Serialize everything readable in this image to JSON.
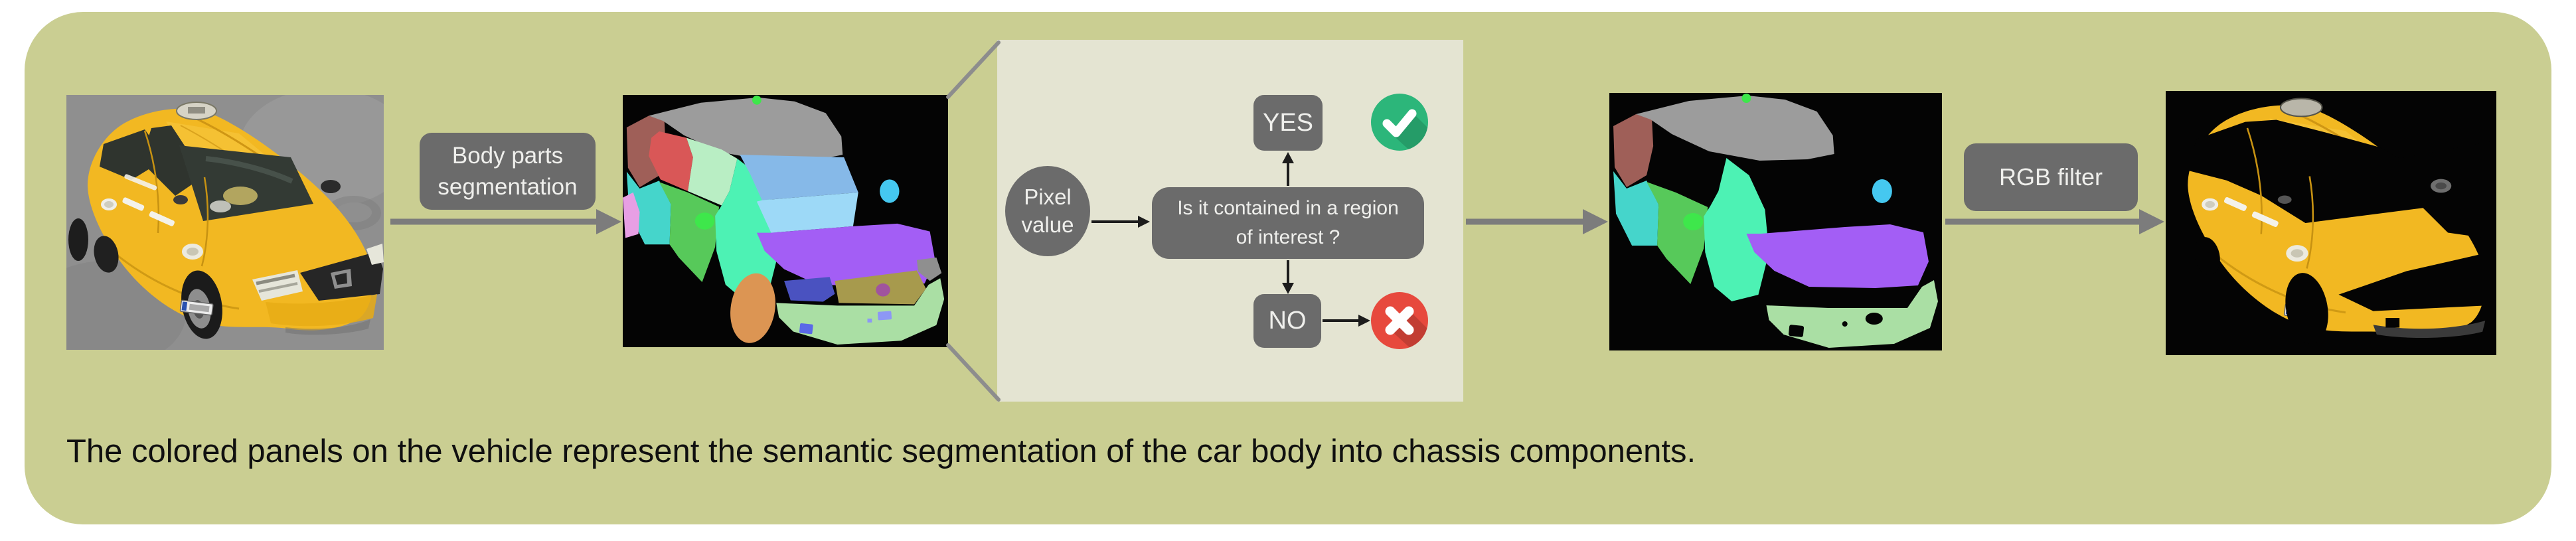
{
  "figure": {
    "caption": "The colored panels on the vehicle represent the semantic segmentation of the car body into chassis components.",
    "labels": {
      "body_parts_line1": "Body parts",
      "body_parts_line2": "segmentation",
      "rgb_filter": "RGB filter"
    },
    "flowchart": {
      "input_line1": "Pixel",
      "input_line2": "value",
      "question_line1": "Is it contained in a region",
      "question_line2": "of interest ?",
      "yes_label": "YES",
      "no_label": "NO"
    },
    "icons": {
      "approve": "check-icon",
      "reject": "cross-icon"
    },
    "colors": {
      "page_bg": "#ffffff",
      "card_bg": "#cace92",
      "panel_bg": "#e4e4d2",
      "node_gray": "#6b6b6b",
      "node_text": "#efefec",
      "arrow_gray": "#7c7c7c",
      "guide_gray": "#8d8d8d",
      "connector_black": "#1c1c1c",
      "approve_green": "#2cb67a",
      "reject_red": "#e7493d",
      "caption_text": "#101010",
      "taxi_yellow": "#f2b822",
      "mask_black": "#040404"
    },
    "segmentation_palette": {
      "rear_quarter_maroon": "#9f5f58",
      "roof_gray": "#9c9c9c",
      "rear_window_red": "#d95757",
      "side_window_mint": "#b9eec4",
      "rear_door_turquoise": "#45d5cb",
      "taillight_orchid": "#e79fe4",
      "front_door_green": "#57c95a",
      "handle_bright_green": "#3ee74b",
      "fender_aquamarine": "#4df2b4",
      "windshield_blue_upper": "#86b9e8",
      "windshield_blue_lower": "#9dd9f7",
      "mirror_cyan": "#45c8f0",
      "hood_purple": "#a35ef5",
      "headlight_indigo": "#4a52c0",
      "grille_khaki": "#a79a4d",
      "fender_patch_gray": "#8f8f8f",
      "badge_purple": "#a0549e",
      "bumper_light_green": "#aadfa4",
      "wheel_orange": "#dc9553",
      "foglight_blue": "#5a68e8"
    }
  }
}
